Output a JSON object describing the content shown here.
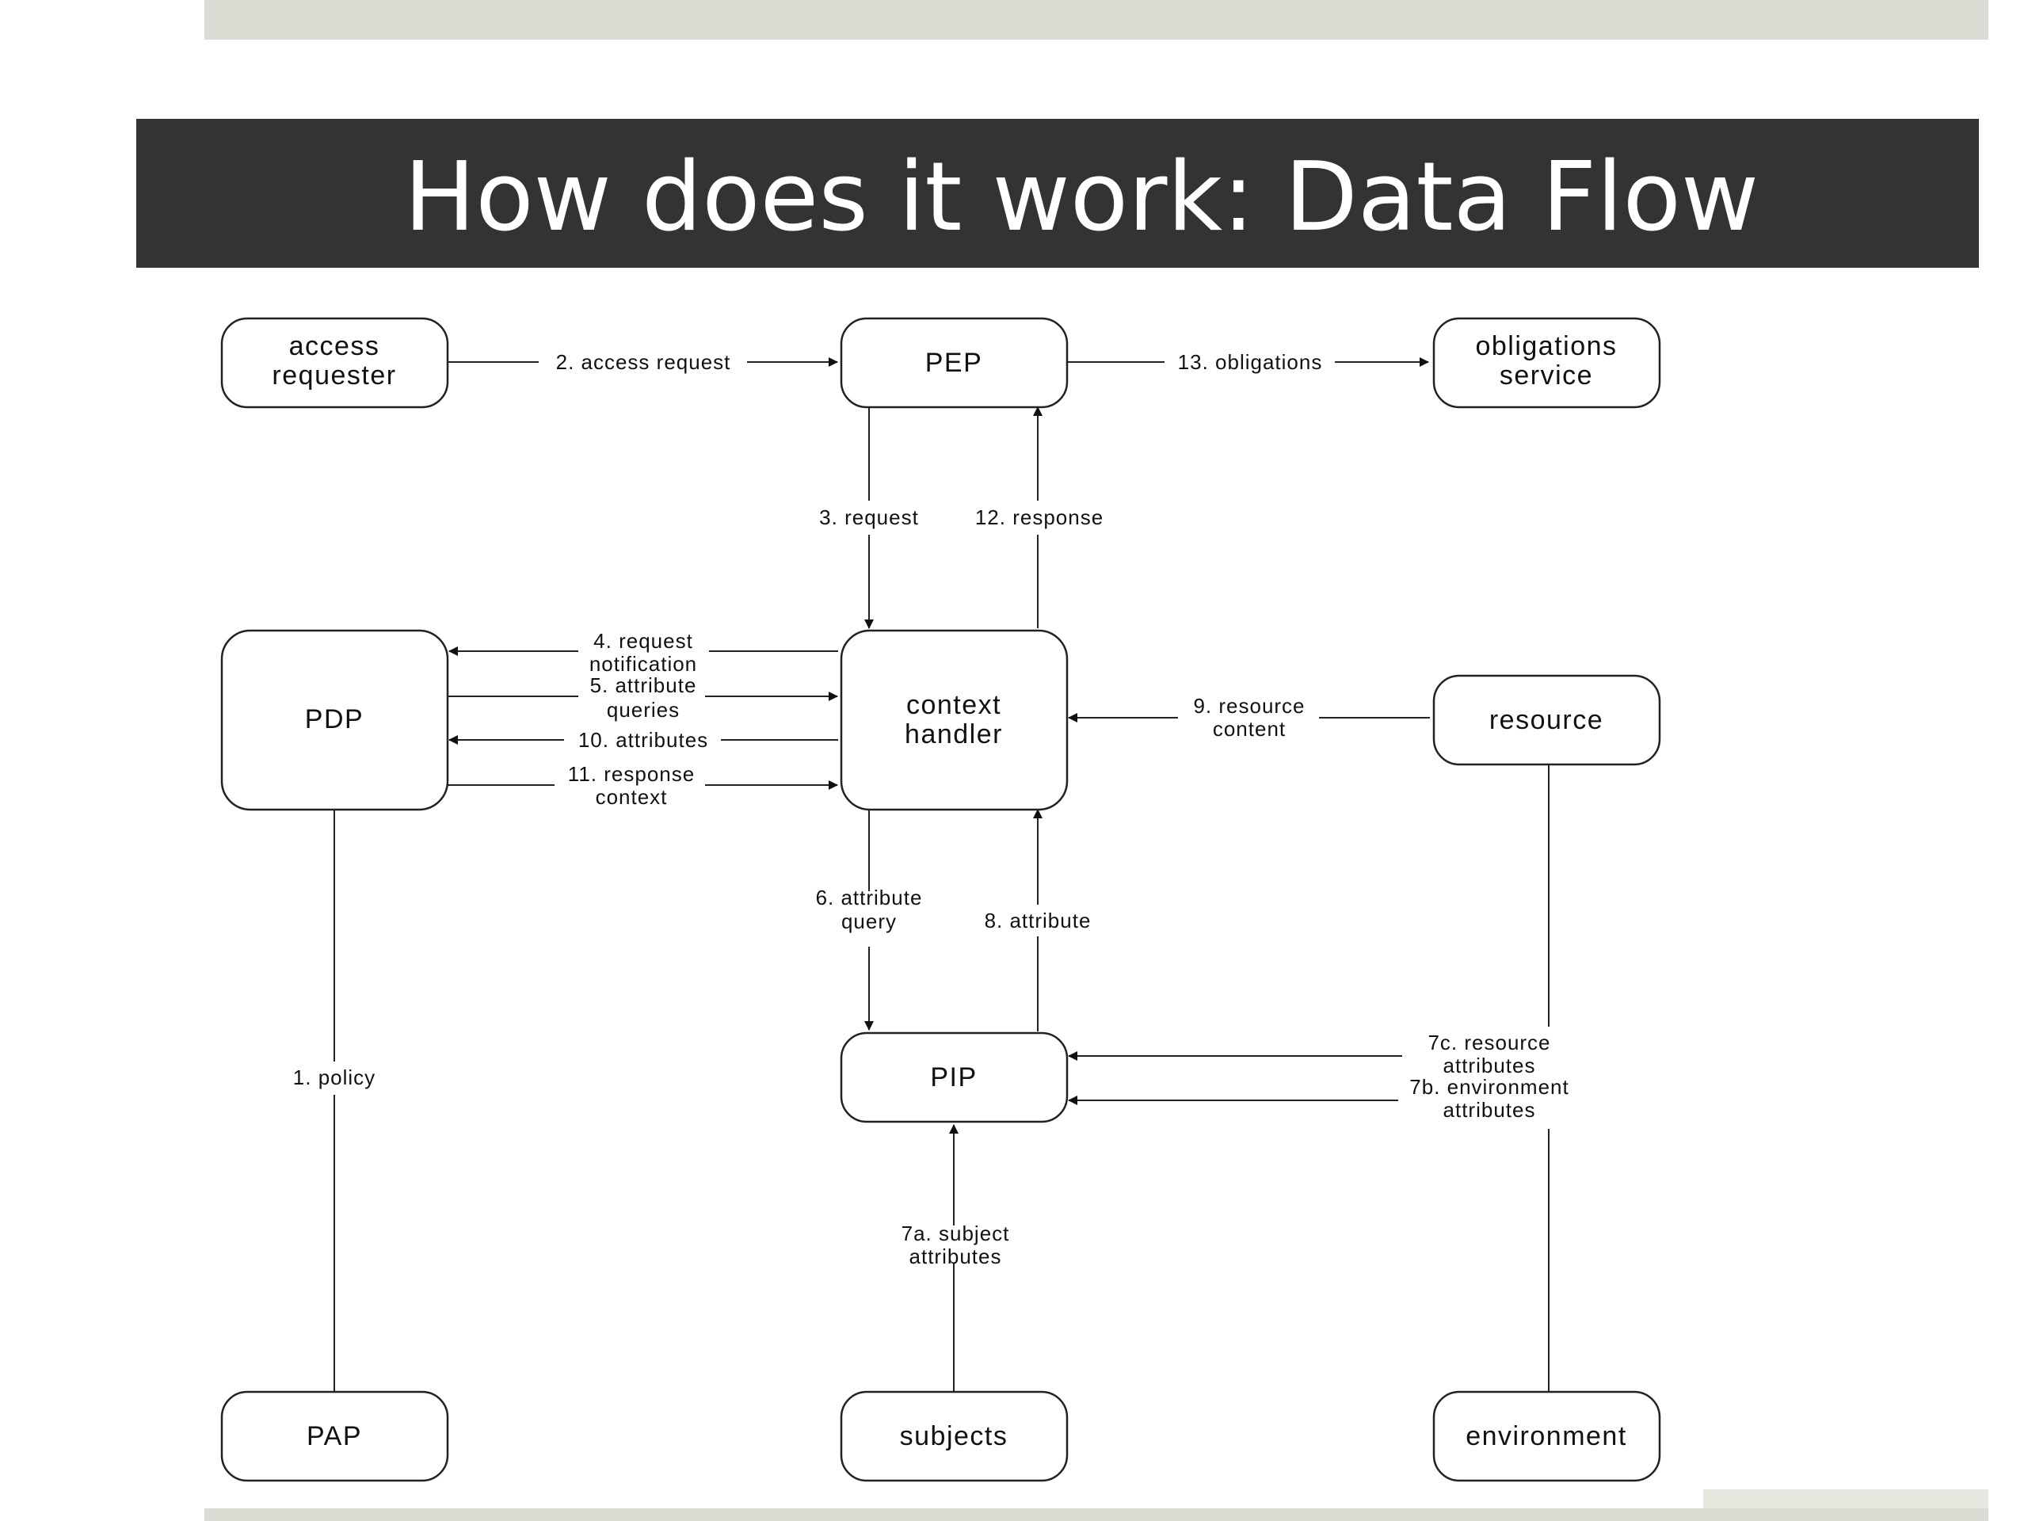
{
  "slide": {
    "title": "How does it work: Data Flow"
  },
  "nodes": {
    "access_requester": [
      "access",
      "requester"
    ],
    "pep": [
      "PEP"
    ],
    "obligations_service": [
      "obligations",
      "service"
    ],
    "pdp": [
      "PDP"
    ],
    "context_handler": [
      "context",
      "handler"
    ],
    "resource": [
      "resource"
    ],
    "pip": [
      "PIP"
    ],
    "pap": [
      "PAP"
    ],
    "subjects": [
      "subjects"
    ],
    "environment": [
      "environment"
    ]
  },
  "edges": {
    "e1": [
      "1. policy"
    ],
    "e2": [
      "2. access request"
    ],
    "e3": [
      "3. request"
    ],
    "e4": [
      "4. request",
      "notification"
    ],
    "e5": [
      "5. attribute",
      "queries"
    ],
    "e6": [
      "6. attribute",
      "query"
    ],
    "e7a": [
      "7a. subject",
      "attributes"
    ],
    "e7b": [
      "7b. environment",
      "attributes"
    ],
    "e7c": [
      "7c. resource",
      "attributes"
    ],
    "e8": [
      "8. attribute"
    ],
    "e9": [
      "9. resource",
      "content"
    ],
    "e10": [
      "10. attributes"
    ],
    "e11": [
      "11. response",
      "context"
    ],
    "e12": [
      "12. response"
    ],
    "e13": [
      "13. obligations"
    ]
  }
}
